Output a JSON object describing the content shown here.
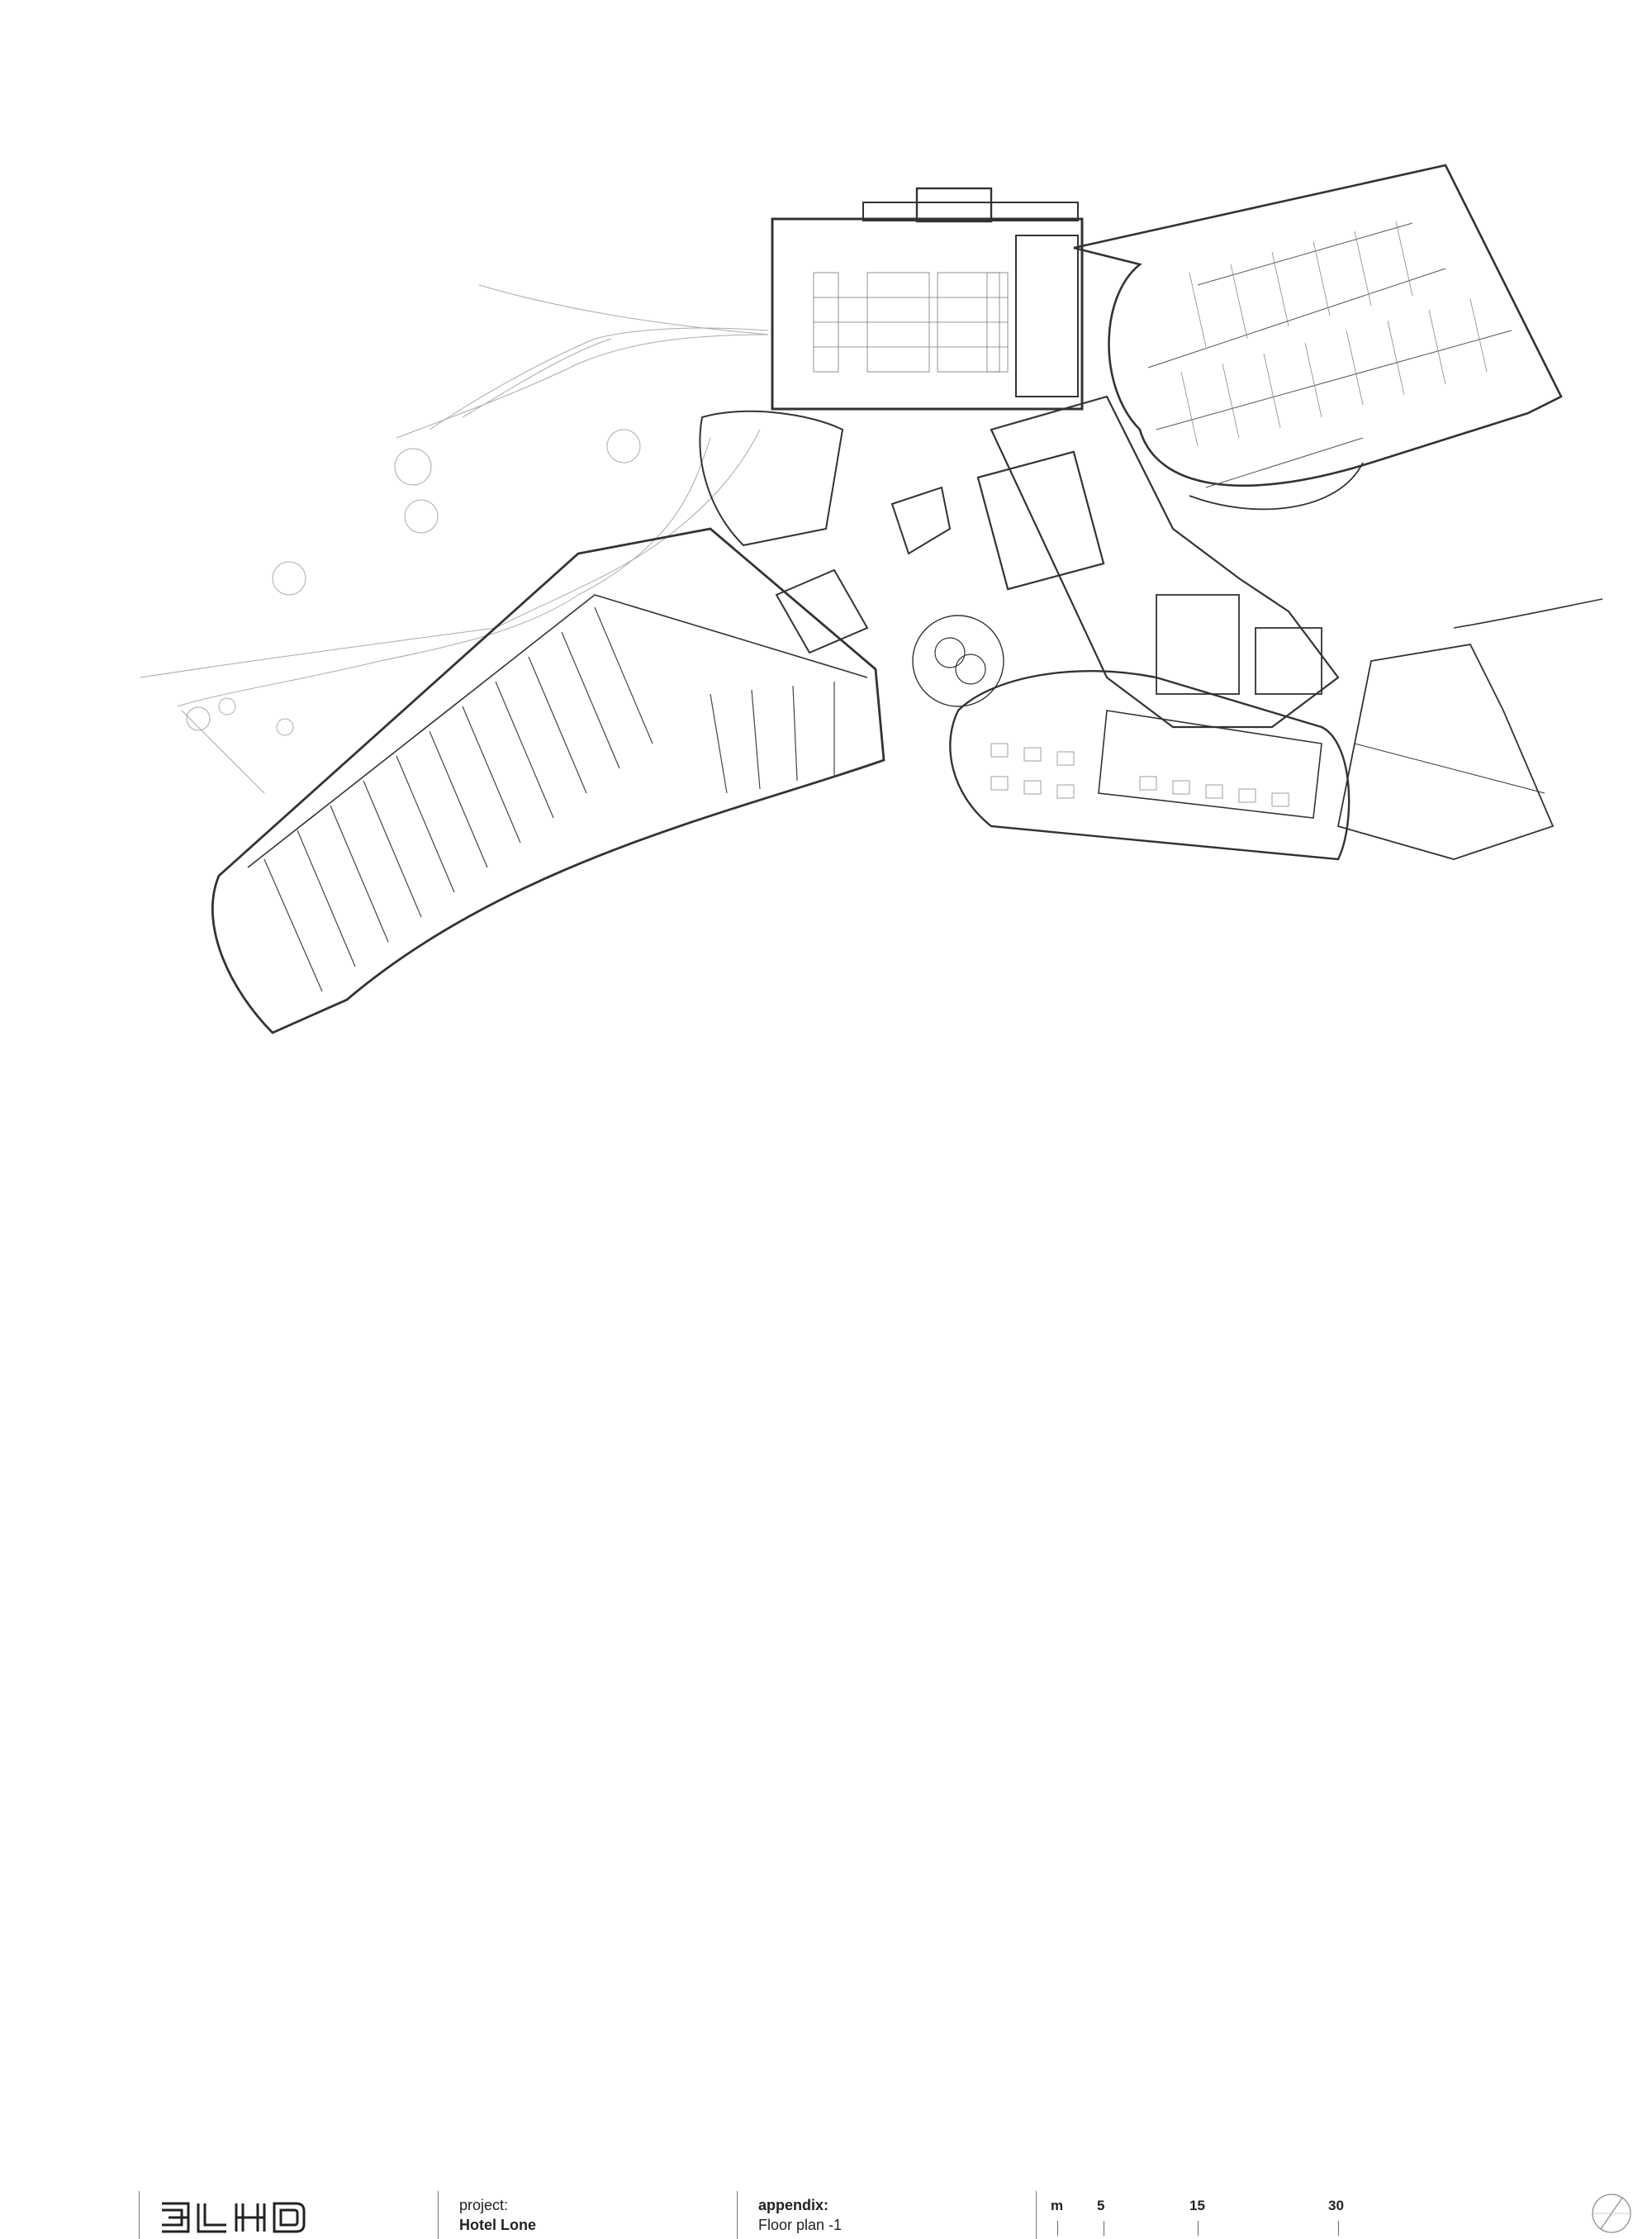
{
  "title_block": {
    "logo_text": "3LHD",
    "project_label": "project:",
    "project_name": "Hotel Lone",
    "appendix_label": "appendix:",
    "appendix_value": "Floor plan -1",
    "scale": {
      "unit": "m",
      "marks": [
        "5",
        "15",
        "30"
      ]
    }
  },
  "colors": {
    "line": "#333333",
    "light_line": "#9a9a9a",
    "background": "#ffffff"
  },
  "icons": {
    "north_arrow": "north-arrow-icon"
  }
}
